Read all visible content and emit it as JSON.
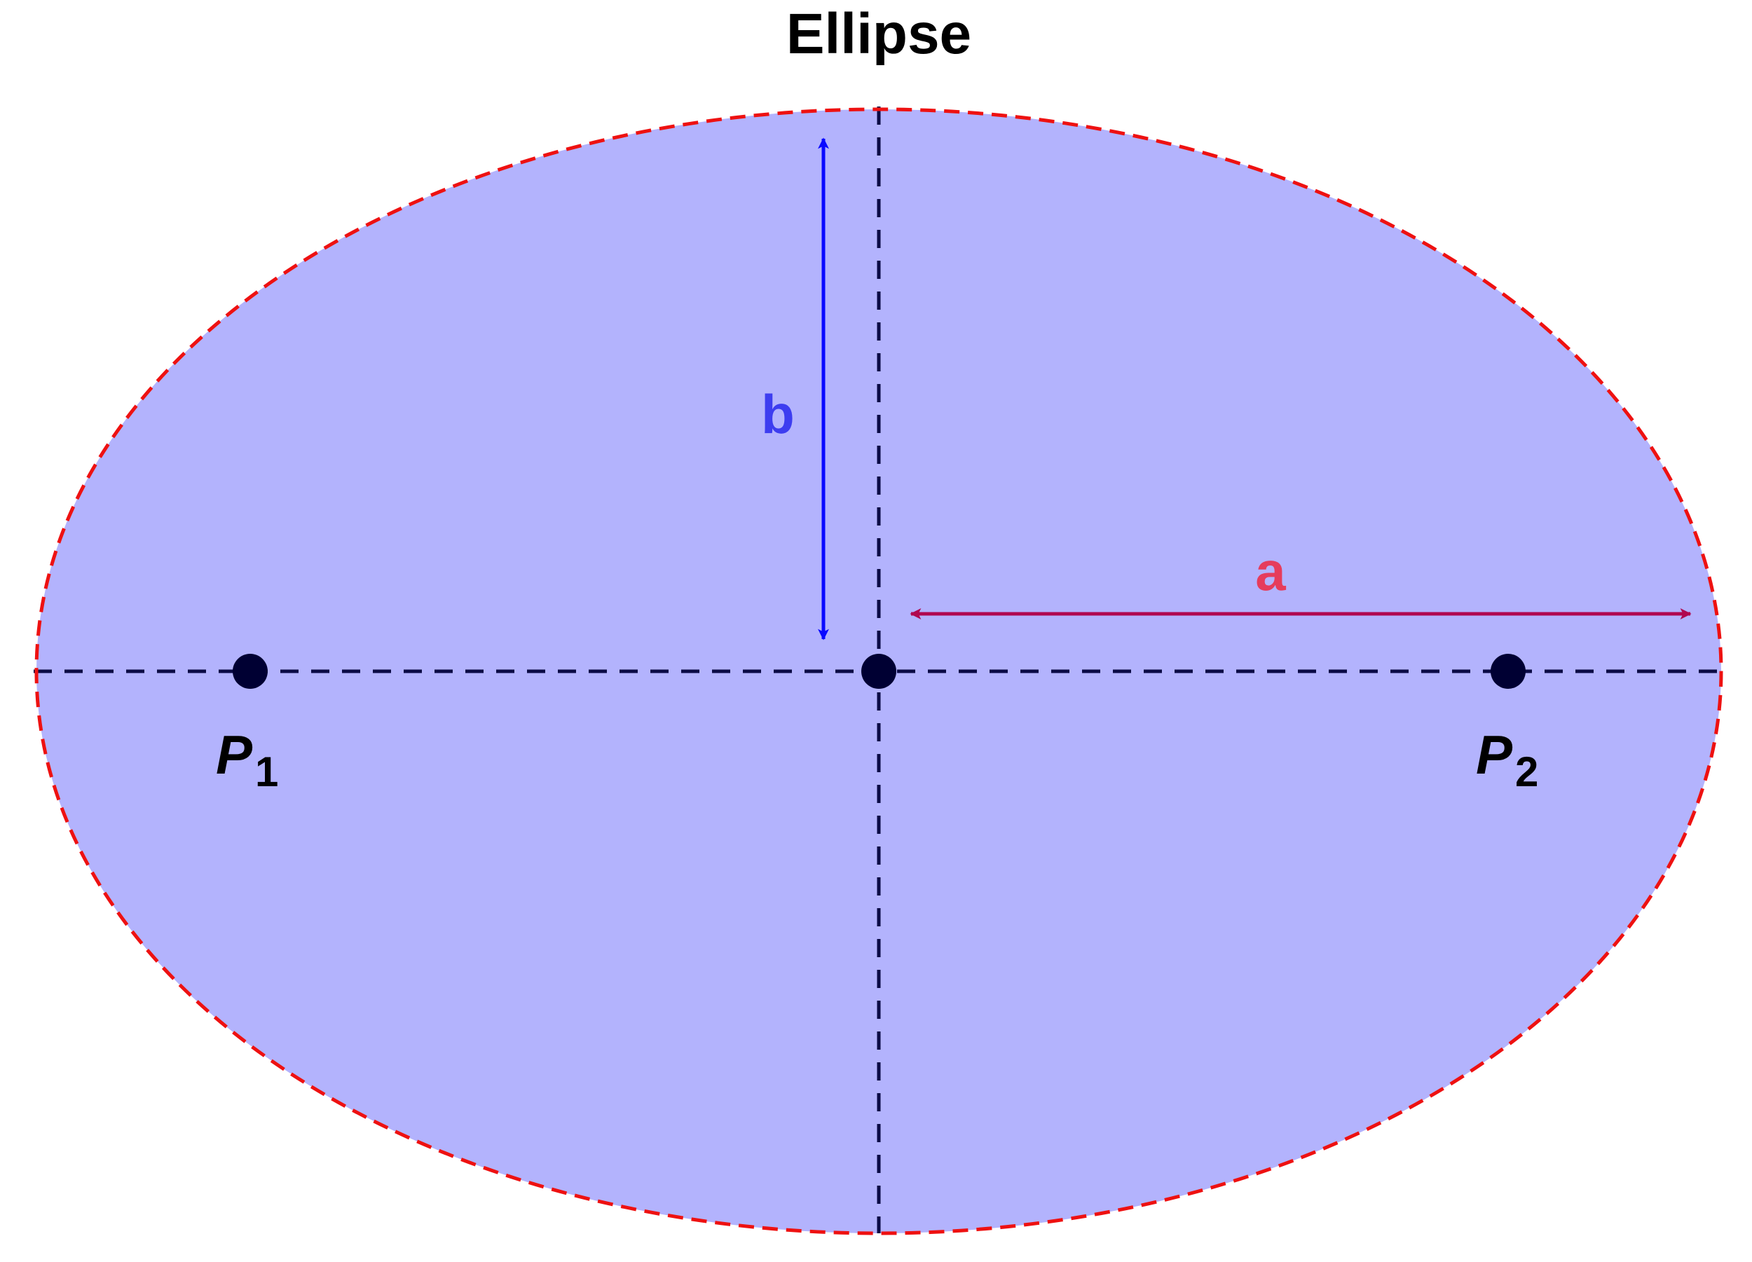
{
  "title": "Ellipse",
  "labels": {
    "semi_major": "a",
    "semi_minor": "b",
    "focus1": {
      "letter": "P",
      "subscript": "1"
    },
    "focus2": {
      "letter": "P",
      "subscript": "2"
    }
  },
  "colors": {
    "fill": "#b3b3fd",
    "outline": "#ee1111",
    "axes": "#0b0b45",
    "points": "#000033",
    "semi_major_arrow": "#b0084f",
    "semi_major_label": "#e63c5c",
    "semi_minor_arrow": "#0a0aff",
    "semi_minor_label": "#3d3df0"
  }
}
